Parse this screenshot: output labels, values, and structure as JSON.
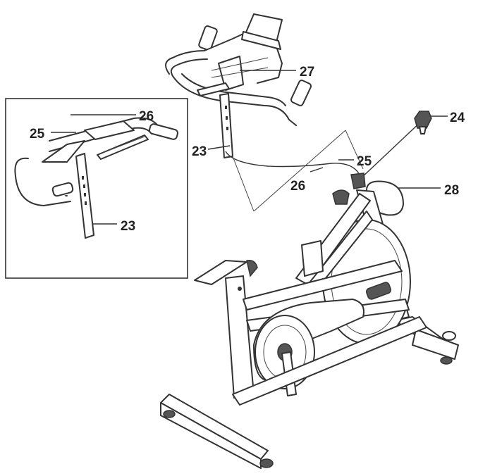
{
  "labels": {
    "l23_main": "23",
    "l27": "27",
    "l24": "24",
    "l25_main": "25",
    "l26_main": "26",
    "l28": "28",
    "l26_inset": "26",
    "l25_inset": "25",
    "l23_inset": "23"
  },
  "colors": {
    "stroke": "#333333",
    "background": "#ffffff"
  }
}
